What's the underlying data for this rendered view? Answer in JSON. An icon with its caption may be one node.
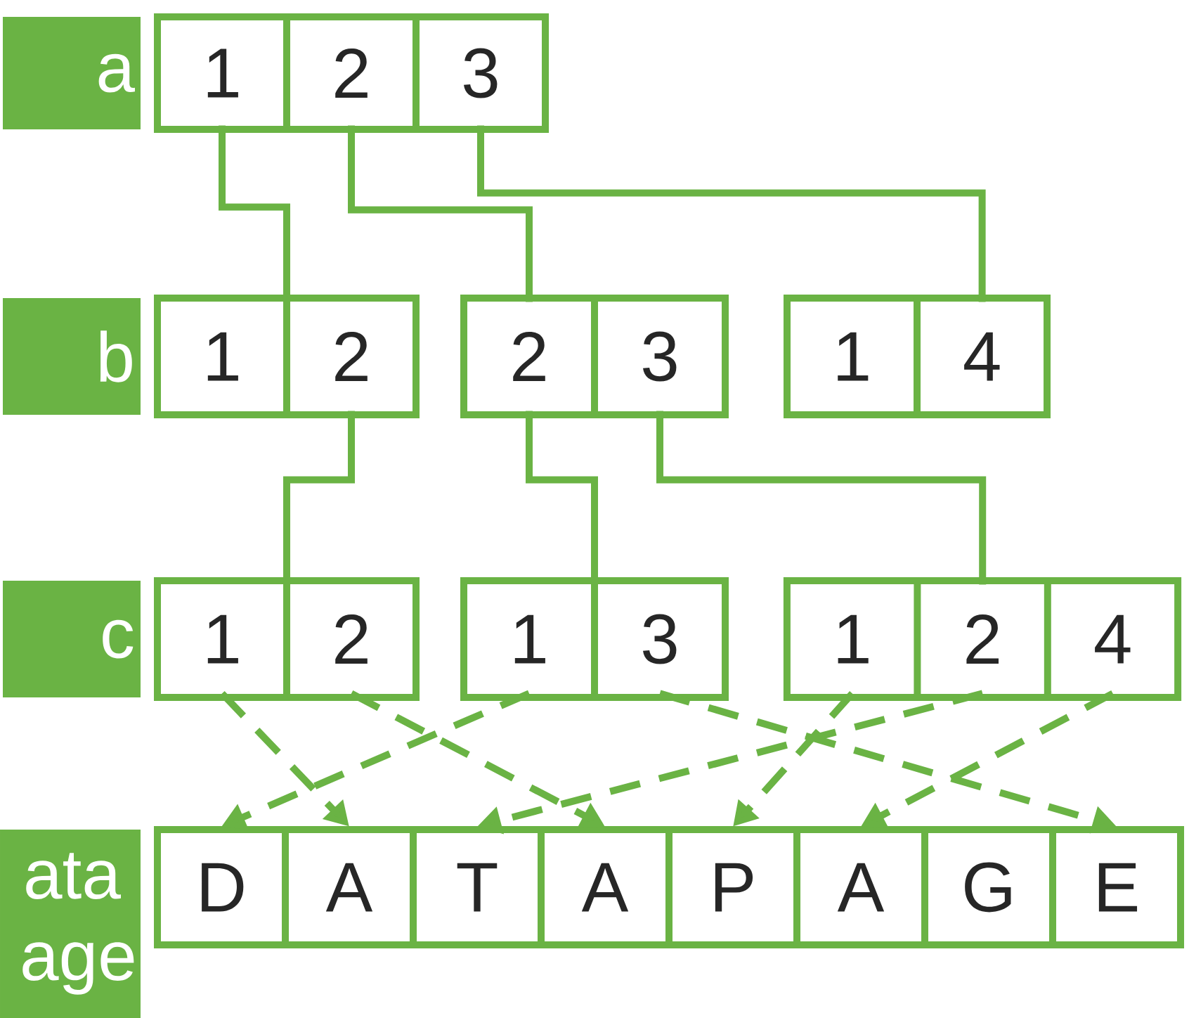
{
  "diagram": {
    "nodes": [
      {
        "text": [
          "a"
        ]
      },
      {
        "text": [],
        "shape": "box"
      },
      {
        "text": [
          "1"
        ],
        "in": 1
      },
      {
        "text": [
          "2"
        ],
        "in": 1
      },
      {
        "text": [
          "3"
        ],
        "in": 1
      },
      {
        "text": [
          "b"
        ]
      },
      {
        "text": [],
        "shape": "box"
      },
      {
        "text": [
          "1"
        ],
        "in": 6
      },
      {
        "text": [
          "2"
        ],
        "in": 6
      },
      {
        "text": [],
        "shape": "box"
      },
      {
        "text": [
          "2"
        ],
        "in": 9
      },
      {
        "text": [
          "3"
        ],
        "in": 9
      },
      {
        "text": [],
        "shape": "box"
      },
      {
        "text": [
          "1"
        ],
        "in": 12
      },
      {
        "text": [
          "4"
        ],
        "in": 12
      },
      {
        "text": [
          "c"
        ]
      },
      {
        "text": [],
        "shape": "box"
      },
      {
        "text": [
          "1"
        ],
        "in": 16
      },
      {
        "text": [
          "2"
        ],
        "in": 16
      },
      {
        "text": [],
        "shape": "box"
      },
      {
        "text": [
          "1"
        ],
        "in": 19
      },
      {
        "text": [
          "3"
        ],
        "in": 19
      },
      {
        "text": [],
        "shape": "box"
      },
      {
        "text": [
          "1"
        ],
        "in": 22
      },
      {
        "text": [
          "2"
        ],
        "in": 22
      },
      {
        "text": [
          "4"
        ],
        "in": 22
      },
      {
        "text": [
          "ata age"
        ]
      },
      {
        "text": [],
        "shape": "box"
      },
      {
        "text": [
          "D"
        ],
        "in": 27
      },
      {
        "text": [
          "A"
        ],
        "in": 27
      },
      {
        "text": [
          "T"
        ],
        "in": 27
      },
      {
        "text": [
          "A"
        ],
        "in": 27
      },
      {
        "text": [
          "P"
        ],
        "in": 27
      },
      {
        "text": [
          "A"
        ],
        "in": 27
      },
      {
        "text": [
          "G"
        ],
        "in": 27
      },
      {
        "text": [
          "E"
        ],
        "in": 27
      }
    ],
    "edges": [
      {
        "from": 2,
        "to": 6,
        "arrow": "none"
      },
      {
        "from": 3,
        "to": 10,
        "arrow": "none"
      },
      {
        "from": 4,
        "to": 14,
        "arrow": "none"
      },
      {
        "from": 8,
        "to": 16,
        "arrow": "none"
      },
      {
        "from": 10,
        "to": 19,
        "arrow": "none"
      },
      {
        "from": 11,
        "to": 24,
        "arrow": "none"
      },
      {
        "from": 17,
        "to": 29,
        "arrow": "to",
        "style": "dashed"
      },
      {
        "from": 18,
        "to": 31,
        "arrow": "to",
        "style": "dashed"
      },
      {
        "from": 20,
        "to": 28,
        "arrow": "to",
        "style": "dashed"
      },
      {
        "from": 21,
        "to": 35,
        "arrow": "to",
        "style": "dashed"
      },
      {
        "from": 23,
        "to": 32,
        "arrow": "to",
        "style": "dashed"
      },
      {
        "from": 24,
        "to": 30,
        "arrow": "to",
        "style": "dashed"
      },
      {
        "from": 25,
        "to": 33,
        "arrow": "to",
        "style": "dashed"
      }
    ]
  }
}
